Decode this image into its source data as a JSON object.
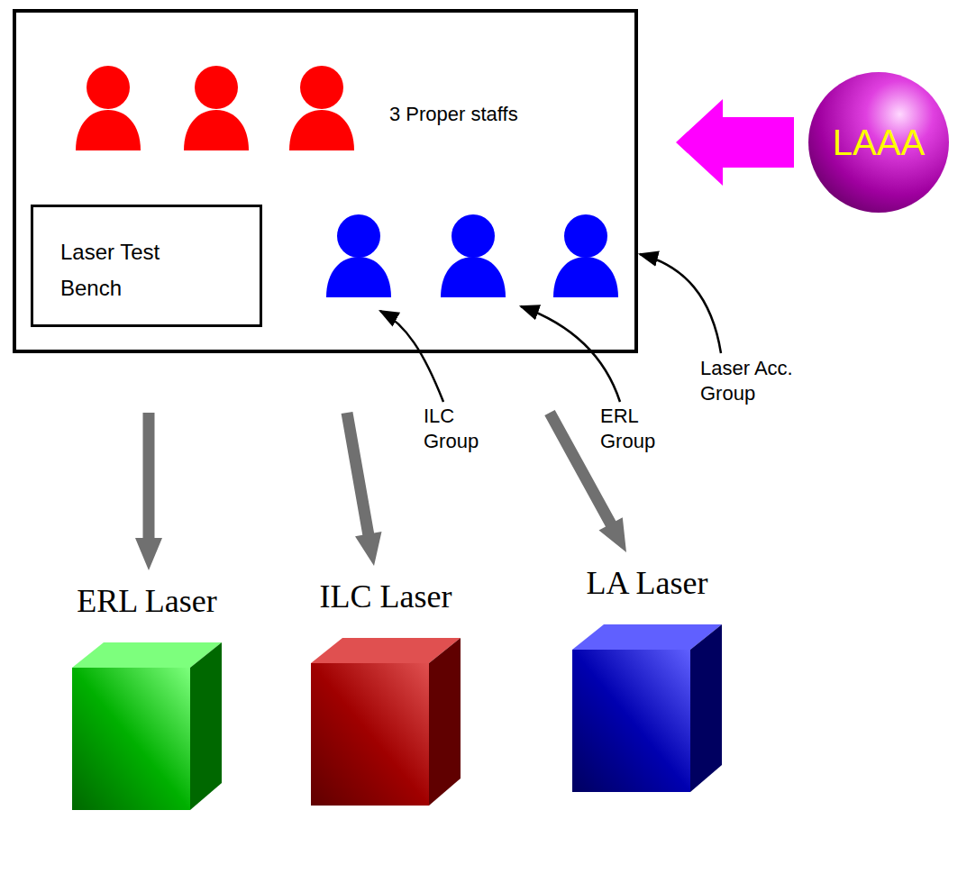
{
  "diagram": {
    "nodes": [
      {
        "text": [
          "3 Proper staffs"
        ]
      },
      {
        "text": [
          "Laser Test Bench"
        ],
        "in": 0
      },
      {
        "text": [
          "LAAA"
        ]
      },
      {
        "text": [
          "ERL Laser"
        ]
      },
      {
        "text": [
          "ILC Laser"
        ]
      },
      {
        "text": [
          "LA Laser"
        ]
      }
    ],
    "edges": [
      {
        "from": 2,
        "to": 0,
        "arrow": "to"
      },
      {
        "from": 0,
        "to": 3,
        "arrow": "to"
      },
      {
        "from": 0,
        "to": 4,
        "arrow": "to"
      },
      {
        "from": 0,
        "to": 5,
        "arrow": "to"
      }
    ],
    "labels": [
      "ILC Group",
      "ERL Group",
      "Laser Acc. Group"
    ]
  }
}
